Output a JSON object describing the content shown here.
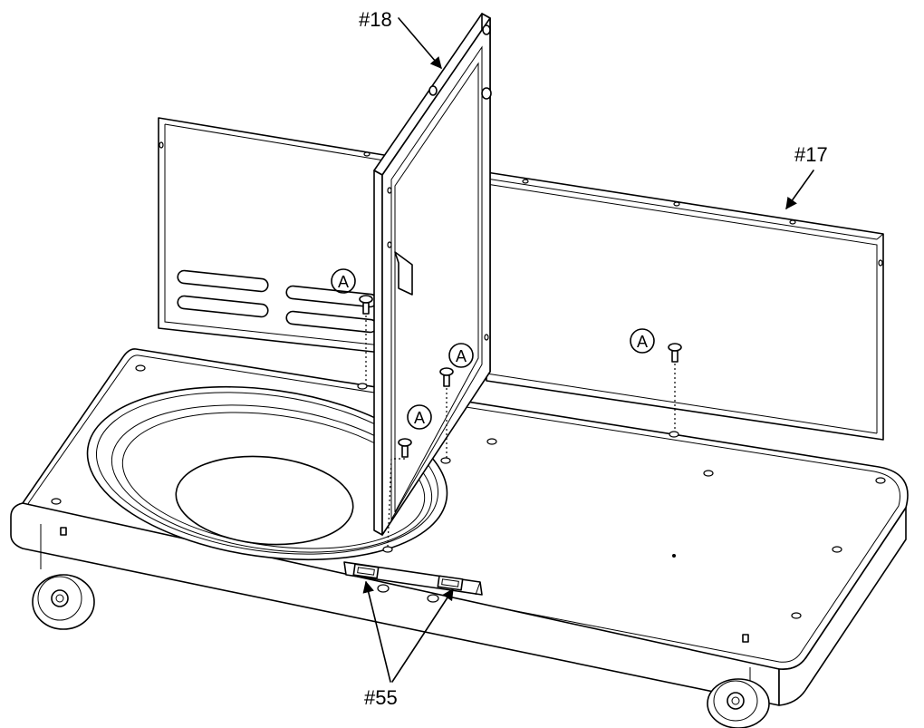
{
  "labels": {
    "panel_top": "#18",
    "panel_back": "#17",
    "bracket": "#55"
  },
  "screw_marker": "A"
}
